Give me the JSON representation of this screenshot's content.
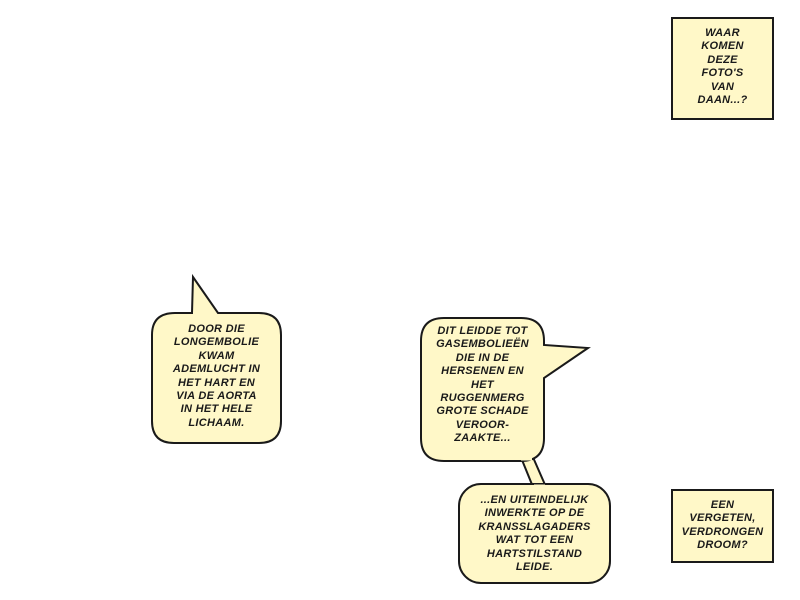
{
  "colors": {
    "bubble_fill": "#fff8c8",
    "outline": "#1a1a1a"
  },
  "caption_top": {
    "lines": [
      "WAAR",
      "KOMEN",
      "DEZE",
      "FOTO'S",
      "VAN",
      "DAAN...?"
    ]
  },
  "bubble_left": {
    "lines": [
      "DOOR DIE",
      "LONGEMBOLIE",
      "KWAM",
      "ADEMLUCHT IN",
      "HET HART EN",
      "VIA DE AORTA",
      "IN HET HELE",
      "LICHAAM."
    ]
  },
  "bubble_middle": {
    "lines": [
      "DIT LEIDDE TOT",
      "GASEMBOLIEËN",
      "DIE IN DE",
      "HERSENEN EN",
      "HET",
      "RUGGENMERG",
      "GROTE SCHADE",
      "VEROOR-",
      "ZAAKTE..."
    ]
  },
  "bubble_bottom": {
    "lines": [
      "...EN UITEINDELIJK",
      "INWERKTE OP DE",
      "KRANSSLAGADERS",
      "WAT TOT EEN",
      "HARTSTILSTAND",
      "LEIDE."
    ]
  },
  "caption_bottom": {
    "lines": [
      "EEN",
      "VERGETEN,",
      "VERDRONGEN",
      "DROOM?"
    ]
  }
}
